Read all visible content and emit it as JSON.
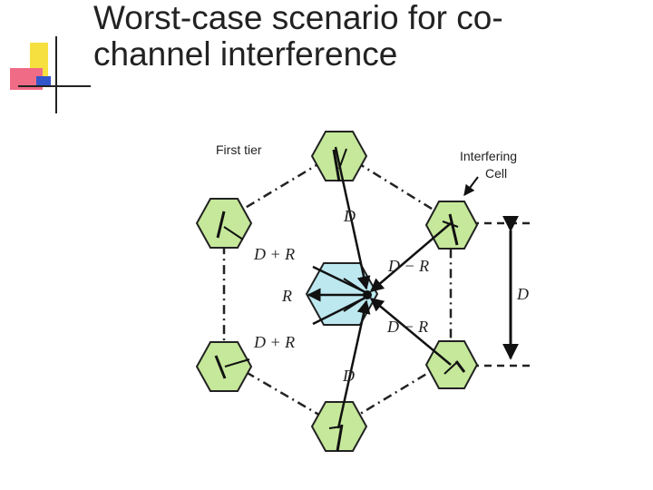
{
  "slide": {
    "title_line1": "Worst-case scenario for co-",
    "title_line2": "channel interference"
  },
  "diagram": {
    "labels": {
      "first_tier": "First tier",
      "interfering_line1": "Interfering",
      "interfering_line2": "Cell",
      "d_top": "D",
      "d_plus_r_upper": "D + R",
      "d_minus_r_upper": "D − R",
      "r_center": "R",
      "d_minus_r_lower": "D − R",
      "d_plus_r_lower": "D + R",
      "d_bottom": "D",
      "d_right": "D"
    }
  },
  "colors": {
    "interferer_fill": "#c5e89a",
    "center_fill": "#bde8f0",
    "deco_yellow": "#f5e040",
    "deco_pink": "#f06b86",
    "deco_blue": "#3355cc"
  }
}
